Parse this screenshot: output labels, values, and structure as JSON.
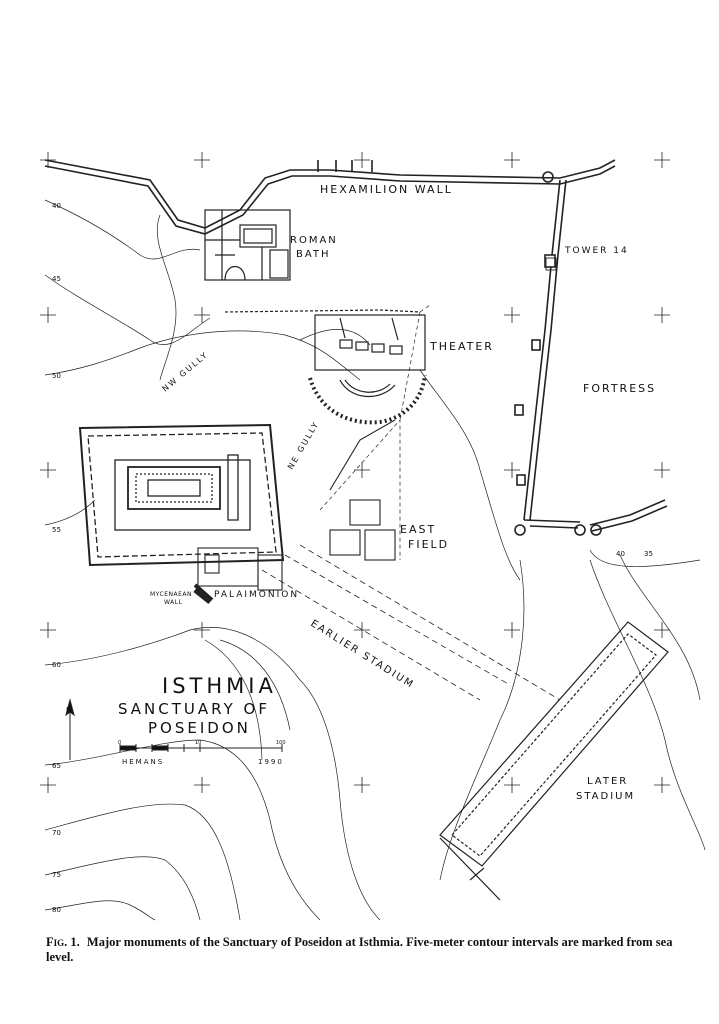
{
  "map": {
    "title": [
      "ISTHMIA",
      "SANCTUARY OF",
      "POSEIDON"
    ],
    "labels": {
      "hexamilion_wall": "HEXAMILION WALL",
      "roman_bath": [
        "ROMAN",
        "BATH"
      ],
      "tower_14": "TOWER 14",
      "theater": "THEATER",
      "fortress": "FORTRESS",
      "nw_gully": "NW GULLY",
      "ne_gully": "NE GULLY",
      "east_field": [
        "EAST",
        "FIELD"
      ],
      "palaimonion": "PALAIMONION",
      "mycenaean_wall": [
        "MYCENAEAN",
        "WALL"
      ],
      "earlier_stadium": "EARLIER STADIUM",
      "later_stadium": [
        "LATER",
        "STADIUM"
      ]
    },
    "north_label": "N",
    "scale": {
      "author": "HEMANS",
      "year": "1990",
      "ticks": [
        "0",
        "10",
        "100"
      ]
    },
    "contours": [
      "40",
      "45",
      "50",
      "55",
      "60",
      "65",
      "70",
      "75",
      "80",
      "40",
      "35"
    ]
  },
  "caption": {
    "fig": "Fig. 1.",
    "text": "Major monuments of the Sanctuary of Poseidon at Isthmia. Five-meter contour intervals are marked from sea level."
  }
}
